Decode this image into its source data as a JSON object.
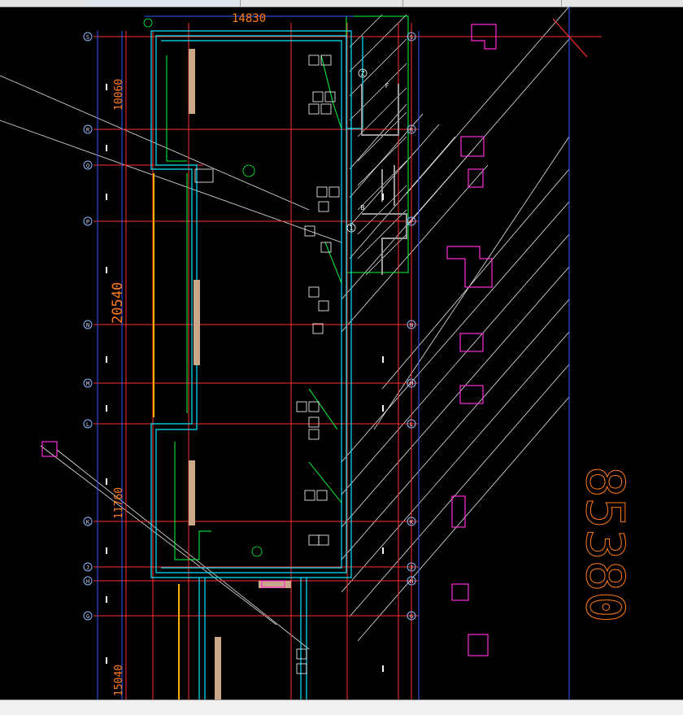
{
  "window": {
    "top_tabs": [
      "",
      "",
      "",
      ""
    ],
    "status": ""
  },
  "drawing": {
    "dims": {
      "top_width": "14830",
      "left_upper": "10060",
      "left_middle": "20540",
      "left_lower": "11760",
      "left_bottom": "15040",
      "right_large": "85380"
    },
    "axes": {
      "S": "S",
      "R": "R",
      "Q": "Q",
      "P": "P",
      "N": "N",
      "M": "M",
      "L": "L",
      "K": "K",
      "J": "J",
      "H": "H",
      "G": "G"
    },
    "section_marks": {
      "z": "Z",
      "f": "F",
      "b": "B",
      "one": "1"
    }
  },
  "colors": {
    "background": "#000000",
    "axis": "#ff3030",
    "wall": "#00e5ff",
    "dim_text": "#ff7a1a",
    "green": "#00ff3c",
    "magenta": "#ff2bd6",
    "blue": "#2f5bff",
    "white": "#ffffff",
    "yellow": "#ffd200",
    "gray": "#9a9a9a"
  }
}
